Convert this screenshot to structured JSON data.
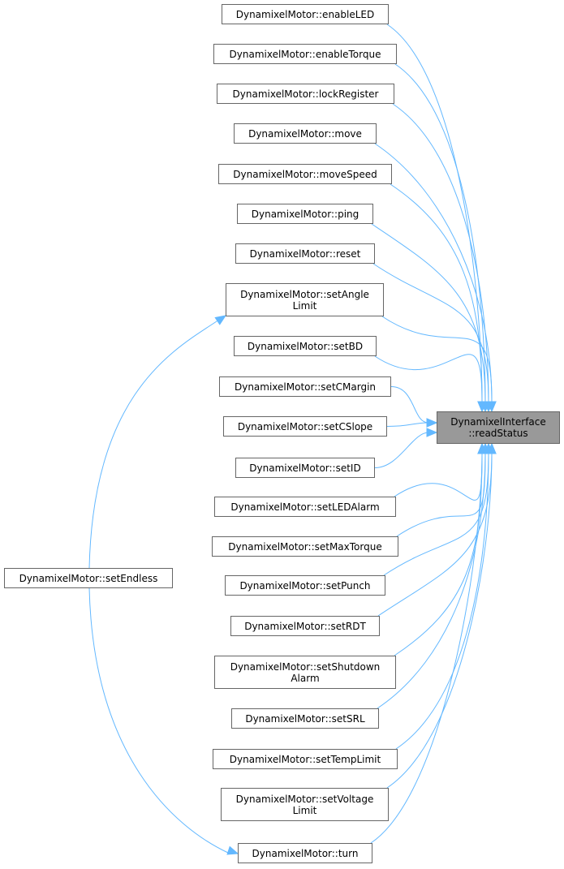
{
  "colors": {
    "edge": "#63b8ff",
    "border": "#666666",
    "target_fill": "#999999",
    "node_fill": "#ffffff"
  },
  "target": {
    "lines": [
      "DynamixelInterface",
      "::readStatus"
    ]
  },
  "callers": [
    {
      "id": "enableLED",
      "lines": [
        "DynamixelMotor::enableLED"
      ]
    },
    {
      "id": "enableTorque",
      "lines": [
        "DynamixelMotor::enableTorque"
      ]
    },
    {
      "id": "lockRegister",
      "lines": [
        "DynamixelMotor::lockRegister"
      ]
    },
    {
      "id": "move",
      "lines": [
        "DynamixelMotor::move"
      ]
    },
    {
      "id": "moveSpeed",
      "lines": [
        "DynamixelMotor::moveSpeed"
      ]
    },
    {
      "id": "ping",
      "lines": [
        "DynamixelMotor::ping"
      ]
    },
    {
      "id": "reset",
      "lines": [
        "DynamixelMotor::reset"
      ]
    },
    {
      "id": "setAngleLimit",
      "lines": [
        "DynamixelMotor::setAngle",
        "Limit"
      ]
    },
    {
      "id": "setBD",
      "lines": [
        "DynamixelMotor::setBD"
      ]
    },
    {
      "id": "setCMargin",
      "lines": [
        "DynamixelMotor::setCMargin"
      ]
    },
    {
      "id": "setCSlope",
      "lines": [
        "DynamixelMotor::setCSlope"
      ]
    },
    {
      "id": "setID",
      "lines": [
        "DynamixelMotor::setID"
      ]
    },
    {
      "id": "setLEDAlarm",
      "lines": [
        "DynamixelMotor::setLEDAlarm"
      ]
    },
    {
      "id": "setMaxTorque",
      "lines": [
        "DynamixelMotor::setMaxTorque"
      ]
    },
    {
      "id": "setPunch",
      "lines": [
        "DynamixelMotor::setPunch"
      ]
    },
    {
      "id": "setRDT",
      "lines": [
        "DynamixelMotor::setRDT"
      ]
    },
    {
      "id": "setShutdownAlarm",
      "lines": [
        "DynamixelMotor::setShutdown",
        "Alarm"
      ]
    },
    {
      "id": "setSRL",
      "lines": [
        "DynamixelMotor::setSRL"
      ]
    },
    {
      "id": "setTempLimit",
      "lines": [
        "DynamixelMotor::setTempLimit"
      ]
    },
    {
      "id": "setVoltageLimit",
      "lines": [
        "DynamixelMotor::setVoltage",
        "Limit"
      ]
    },
    {
      "id": "turn",
      "lines": [
        "DynamixelMotor::turn"
      ]
    }
  ],
  "outer": {
    "id": "setEndless",
    "lines": [
      "DynamixelMotor::setEndless"
    ]
  }
}
